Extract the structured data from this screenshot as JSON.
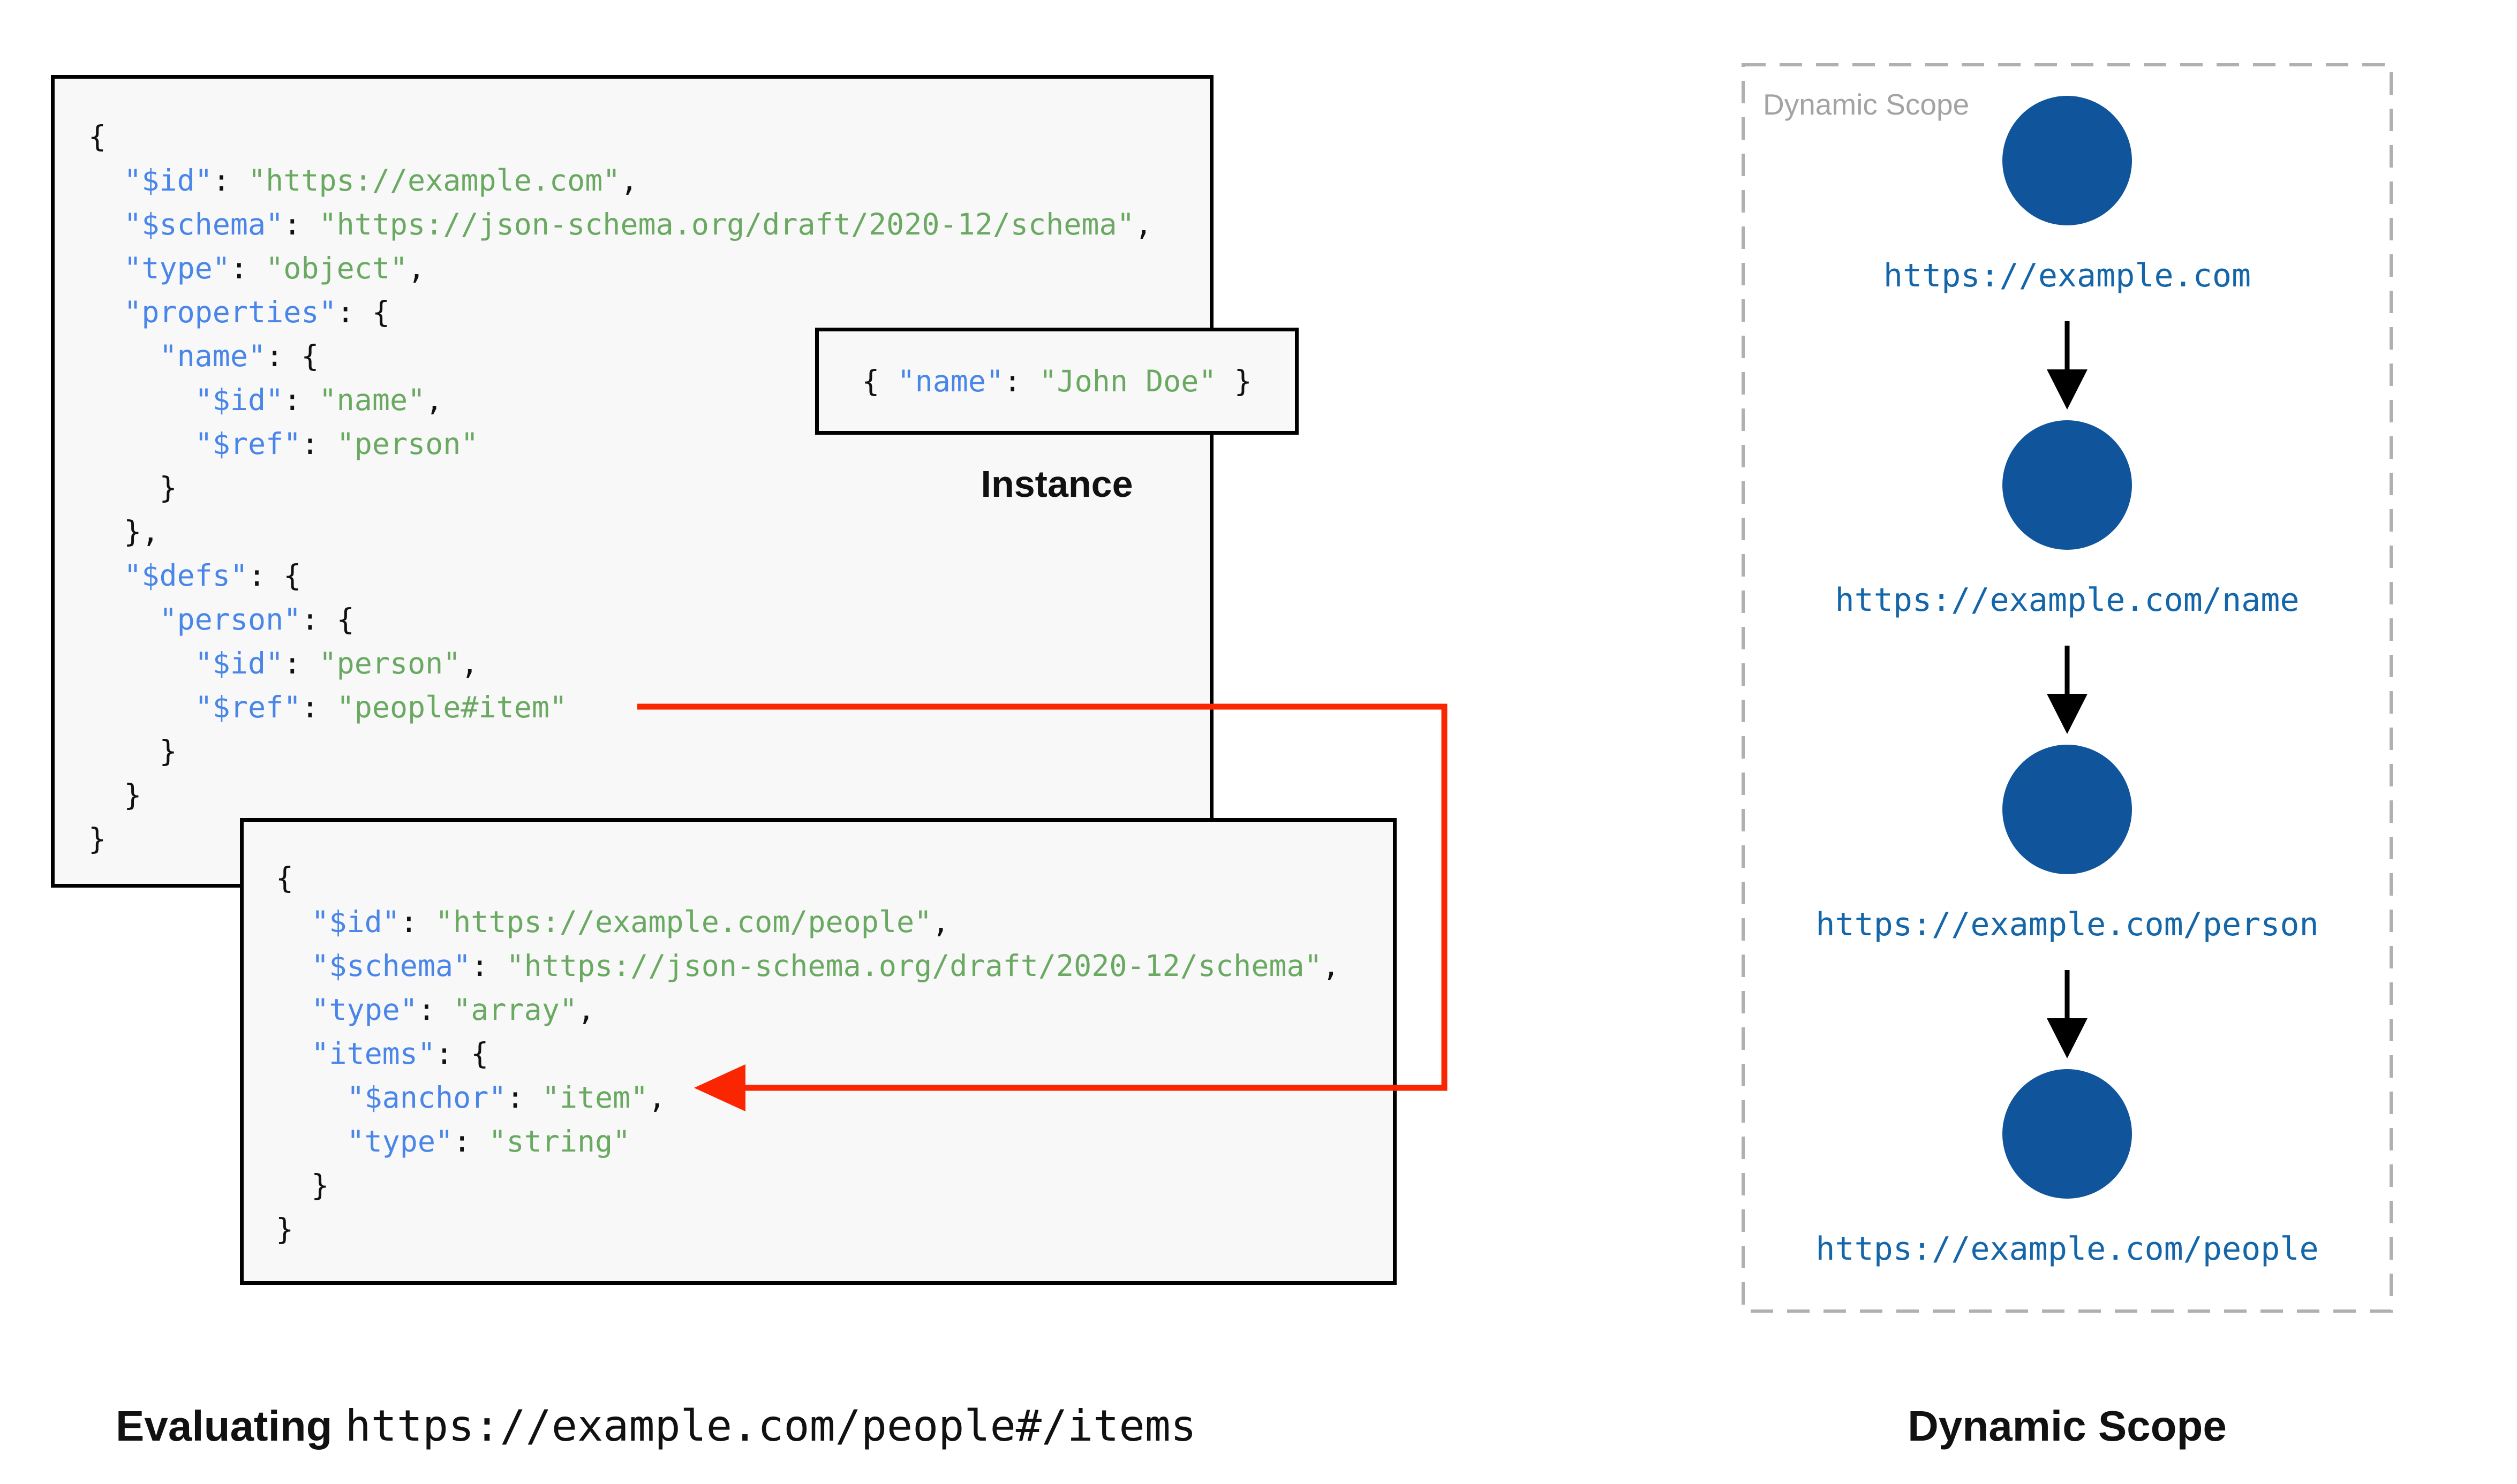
{
  "colors": {
    "key_blue": "#4a86e8",
    "string_green": "#6aa961",
    "punct_black": "#111111",
    "code_bg": "#f8f8f8",
    "box_border": "#000000",
    "red_arrow": "#fa2602",
    "node_blue": "#10559c",
    "url_blue": "#1566a9",
    "watermark_gray": "#a3a3a3",
    "dash_gray": "#b0b0b0"
  },
  "evaluating_schema": {
    "lines": [
      [
        [
          "p",
          "{"
        ]
      ],
      [
        [
          "p",
          "  "
        ],
        [
          "k",
          "\"$id\""
        ],
        [
          "p",
          ": "
        ],
        [
          "s",
          "\"https://example.com\""
        ],
        [
          "p",
          ","
        ]
      ],
      [
        [
          "p",
          "  "
        ],
        [
          "k",
          "\"$schema\""
        ],
        [
          "p",
          ": "
        ],
        [
          "s",
          "\"https://json-schema.org/draft/2020-12/schema\""
        ],
        [
          "p",
          ","
        ]
      ],
      [
        [
          "p",
          "  "
        ],
        [
          "k",
          "\"type\""
        ],
        [
          "p",
          ": "
        ],
        [
          "s",
          "\"object\""
        ],
        [
          "p",
          ","
        ]
      ],
      [
        [
          "p",
          "  "
        ],
        [
          "k",
          "\"properties\""
        ],
        [
          "p",
          ": {"
        ]
      ],
      [
        [
          "p",
          "    "
        ],
        [
          "k",
          "\"name\""
        ],
        [
          "p",
          ": {"
        ]
      ],
      [
        [
          "p",
          "      "
        ],
        [
          "k",
          "\"$id\""
        ],
        [
          "p",
          ": "
        ],
        [
          "s",
          "\"name\""
        ],
        [
          "p",
          ","
        ]
      ],
      [
        [
          "p",
          "      "
        ],
        [
          "k",
          "\"$ref\""
        ],
        [
          "p",
          ": "
        ],
        [
          "s",
          "\"person\""
        ]
      ],
      [
        [
          "p",
          "    }"
        ]
      ],
      [
        [
          "p",
          "  },"
        ]
      ],
      [
        [
          "p",
          "  "
        ],
        [
          "k",
          "\"$defs\""
        ],
        [
          "p",
          ": {"
        ]
      ],
      [
        [
          "p",
          "    "
        ],
        [
          "k",
          "\"person\""
        ],
        [
          "p",
          ": {"
        ]
      ],
      [
        [
          "p",
          "      "
        ],
        [
          "k",
          "\"$id\""
        ],
        [
          "p",
          ": "
        ],
        [
          "s",
          "\"person\""
        ],
        [
          "p",
          ","
        ]
      ],
      [
        [
          "p",
          "      "
        ],
        [
          "k",
          "\"$ref\""
        ],
        [
          "p",
          ": "
        ],
        [
          "s",
          "\"people#item\""
        ]
      ],
      [
        [
          "p",
          "    }"
        ]
      ],
      [
        [
          "p",
          "  }"
        ]
      ],
      [
        [
          "p",
          "}"
        ]
      ]
    ]
  },
  "people_schema": {
    "lines": [
      [
        [
          "p",
          "{"
        ]
      ],
      [
        [
          "p",
          "  "
        ],
        [
          "k",
          "\"$id\""
        ],
        [
          "p",
          ": "
        ],
        [
          "s",
          "\"https://example.com/people\""
        ],
        [
          "p",
          ","
        ]
      ],
      [
        [
          "p",
          "  "
        ],
        [
          "k",
          "\"$schema\""
        ],
        [
          "p",
          ": "
        ],
        [
          "s",
          "\"https://json-schema.org/draft/2020-12/schema\""
        ],
        [
          "p",
          ","
        ]
      ],
      [
        [
          "p",
          "  "
        ],
        [
          "k",
          "\"type\""
        ],
        [
          "p",
          ": "
        ],
        [
          "s",
          "\"array\""
        ],
        [
          "p",
          ","
        ]
      ],
      [
        [
          "p",
          "  "
        ],
        [
          "k",
          "\"items\""
        ],
        [
          "p",
          ": {"
        ]
      ],
      [
        [
          "p",
          "    "
        ],
        [
          "k",
          "\"$anchor\""
        ],
        [
          "p",
          ": "
        ],
        [
          "s",
          "\"item\""
        ],
        [
          "p",
          ","
        ]
      ],
      [
        [
          "p",
          "    "
        ],
        [
          "k",
          "\"type\""
        ],
        [
          "p",
          ": "
        ],
        [
          "s",
          "\"string\""
        ]
      ],
      [
        [
          "p",
          "  }"
        ]
      ],
      [
        [
          "p",
          "}"
        ]
      ]
    ]
  },
  "instance": {
    "label": "Instance",
    "lines": [
      [
        [
          "p",
          "{ "
        ],
        [
          "k",
          "\"name\""
        ],
        [
          "p",
          ": "
        ],
        [
          "s",
          "\"John Doe\""
        ],
        [
          "p",
          " }"
        ]
      ]
    ]
  },
  "scope_panel": {
    "title": "Dynamic Scope",
    "nodes": [
      {
        "url": "https://example.com"
      },
      {
        "url": "https://example.com/name"
      },
      {
        "url": "https://example.com/person"
      },
      {
        "url": "https://example.com/people"
      }
    ]
  },
  "captions": {
    "evaluating_label": "Evaluating",
    "evaluating_url": "https://example.com/people#/items",
    "dynamic_scope_label": "Dynamic Scope"
  }
}
